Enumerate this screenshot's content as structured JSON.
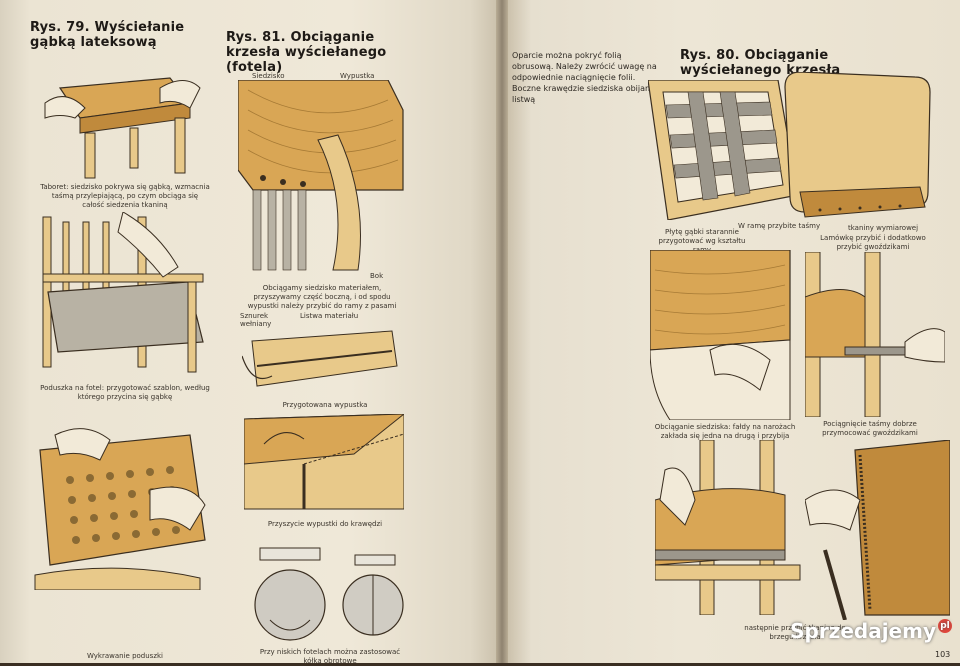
{
  "left_page": {
    "fig79_title": "Rys. 79. Wyściełanie gąbką lateksową",
    "fig81_title": "Rys. 81. Obciąganie krzesła wyściełanego (fotela)",
    "cap_taboret": "Taboret: siedzisko pokrywa się gąbką, wzmacnia taśmą przylepiającą, po czym obciąga się całość siedzenia tkaniną",
    "cap_poduszka": "Poduszka na fotel: przygotować szablon, według którego przycina się gąbkę",
    "cap_wykrawanie": "Wykrawanie poduszki",
    "lbl_siedzisko": "Siedzisko",
    "lbl_wypustka": "Wypustka",
    "lbl_bok": "Bok",
    "cap_obciagamy": "Obciągamy siedzisko materiałem, przyszywamy część boczną, i od spodu wypustki należy przybić do ramy z pasami",
    "lbl_sznurek": "Sznurek wełniany",
    "lbl_listwa": "Listwa materiału",
    "cap_przygotowana": "Przygotowana wypustka",
    "cap_przyszycie": "Przyszycie wypustki do krawędzi",
    "cap_kolka": "Przy niskich fotelach można zastosować kółka obrotowe"
  },
  "right_page": {
    "intro_text": "Oparcie można pokryć folią obrusową. Należy zwrócić uwagę na odpowiednie naciągnięcie folii. Boczne krawędzie siedziska obijamy listwą",
    "fig80_title": "Rys. 80. Obciąganie wyściełanego krzesła",
    "lbl_pasy": "W ramę przybite taśmy",
    "lbl_wymiar": "tkaniny wymiarowej",
    "cap_plyta": "Płytę gąbki starannie przygotować wg kształtu ramy",
    "cap_lamowka": "Lamówkę przybić i dodatkowo przybić gwoździkami",
    "cap_obciaganie": "Obciąganie siedziska: fałdy na narożach zakłada się jedna na drugą i przybija",
    "cap_pociagniecie": "Pociągnięcie taśmy dobrze przymocować gwoździkami",
    "cap_nastepnie": "następnie przybić tkaninę do brzegu krzesła",
    "page_number": "103"
  },
  "watermark": {
    "brand": "Sprzedajemy",
    "dot": "pl"
  },
  "colors": {
    "ochre": "#d9a655",
    "wood": "#e8c98a",
    "paper": "#ede6d6",
    "ink": "#1e1a16"
  }
}
